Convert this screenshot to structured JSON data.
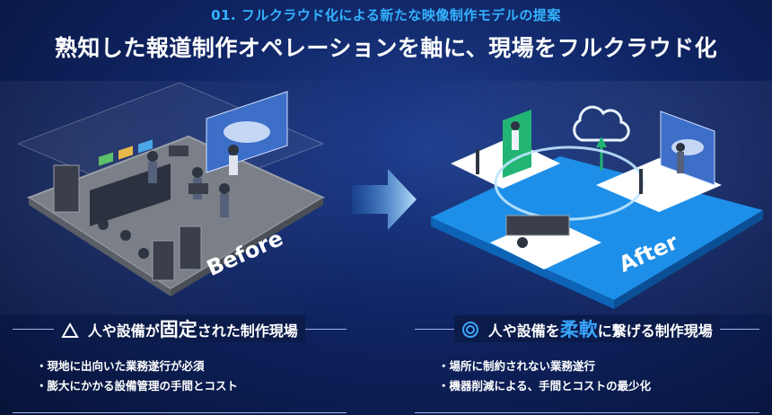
{
  "header": {
    "subtitle": "01. フルクラウド化による新たな映像制作モデルの提案",
    "headline": "熟知した報道制作オペレーションを軸に、現場をフルクラウド化"
  },
  "scenes": {
    "before_label": "Before",
    "after_label": "After"
  },
  "panels": {
    "left": {
      "mark_icon": "triangle-icon",
      "heading_pre": "人や設備が",
      "heading_emphasis": "固定",
      "heading_post": "された制作現場",
      "bullets": [
        "現地に出向いた業務遂行が必須",
        "膨大にかかる設備管理の手間とコスト"
      ]
    },
    "right": {
      "mark_icon": "double-circle-icon",
      "heading_pre": "人や設備を",
      "heading_emphasis": "柔軟",
      "heading_post": "に繋げる制作現場",
      "bullets": [
        "場所に制約されない業務遂行",
        "機器削減による、手間とコストの最少化"
      ]
    }
  },
  "colors": {
    "accent_blue": "#34b3ff",
    "platform_blue": "#1e8fe8",
    "background_navy": "#0f2463"
  }
}
